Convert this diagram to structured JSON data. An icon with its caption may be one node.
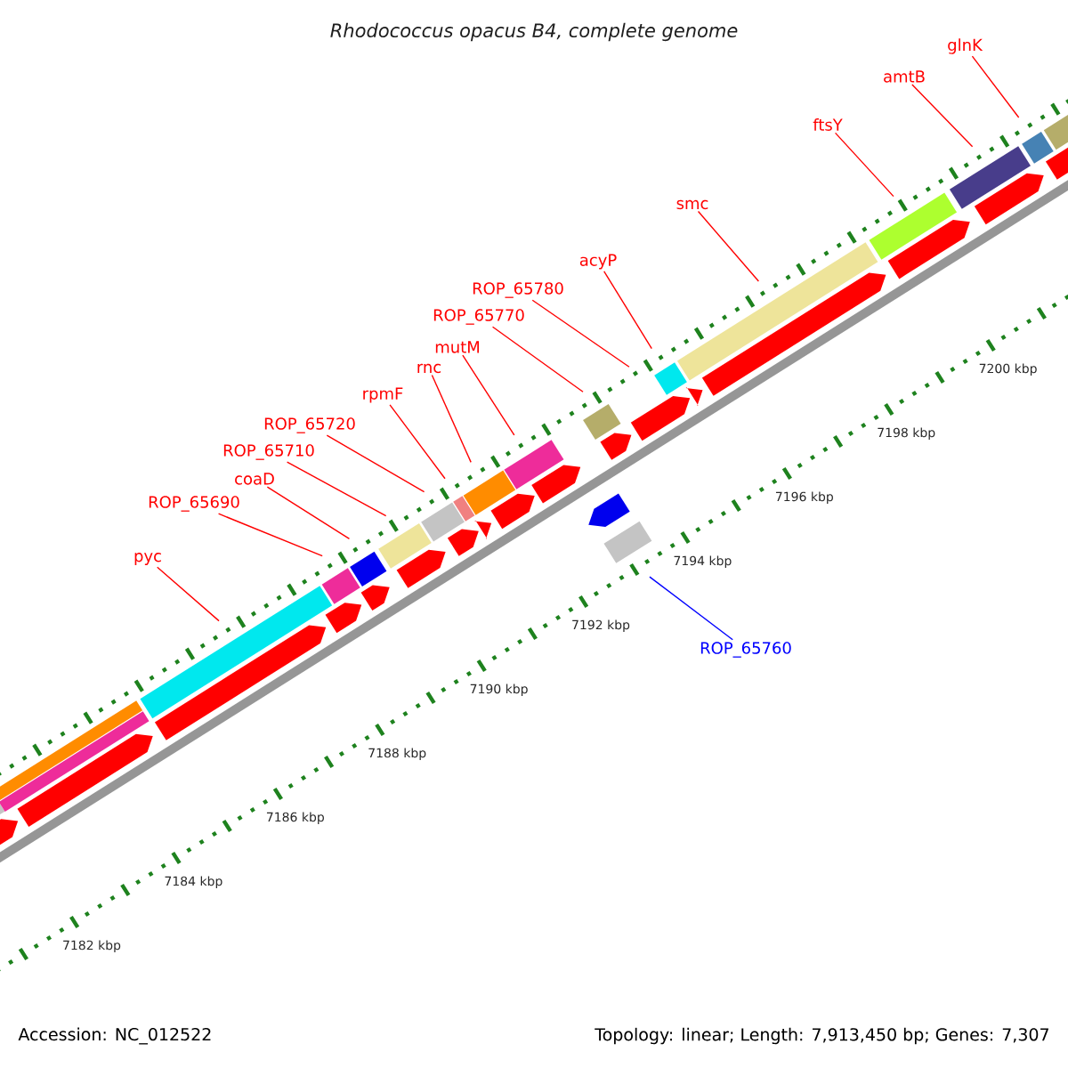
{
  "diagram": {
    "title": "Rhodococcus opacus B4, complete genome",
    "nodes": [
      {
        "text": [
          "glnK"
        ]
      },
      {
        "text": [
          "amtB"
        ]
      },
      {
        "text": [
          "ftsY"
        ]
      },
      {
        "text": [
          "smc"
        ]
      },
      {
        "text": [
          "acyP"
        ]
      },
      {
        "text": [
          "ROP_65780"
        ]
      },
      {
        "text": [
          "ROP_65770"
        ]
      },
      {
        "text": [
          "mutM"
        ]
      },
      {
        "text": [
          "rnc"
        ]
      },
      {
        "text": [
          "rpmF"
        ]
      },
      {
        "text": [
          "ROP_65720"
        ]
      },
      {
        "text": [
          "ROP_65710"
        ]
      },
      {
        "text": [
          "coaD"
        ]
      },
      {
        "text": [
          "ROP_65690"
        ]
      },
      {
        "text": [
          "pyc"
        ]
      },
      {
        "text": [
          "ROP_65760"
        ]
      }
    ],
    "edges": [
      {
        "from": 0,
        "to": null,
        "arrow": "none"
      },
      {
        "from": 1,
        "to": null,
        "arrow": "none"
      },
      {
        "from": 2,
        "to": null,
        "arrow": "none"
      },
      {
        "from": 3,
        "to": null,
        "arrow": "none"
      },
      {
        "from": 4,
        "to": null,
        "arrow": "none"
      },
      {
        "from": 5,
        "to": null,
        "arrow": "none"
      },
      {
        "from": 6,
        "to": null,
        "arrow": "none"
      },
      {
        "from": 7,
        "to": null,
        "arrow": "none"
      },
      {
        "from": 8,
        "to": null,
        "arrow": "none"
      },
      {
        "from": 9,
        "to": null,
        "arrow": "none"
      },
      {
        "from": 10,
        "to": null,
        "arrow": "none"
      },
      {
        "from": 11,
        "to": null,
        "arrow": "none"
      },
      {
        "from": 12,
        "to": null,
        "arrow": "none"
      },
      {
        "from": 13,
        "to": null,
        "arrow": "none"
      },
      {
        "from": 14,
        "to": null,
        "arrow": "none"
      },
      {
        "from": 15,
        "to": null,
        "arrow": "none",
        "color": "#0000ff"
      }
    ],
    "labels": [
      "7200 kbp",
      "7198 kbp",
      "7196 kbp",
      "7194 kbp",
      "7192 kbp",
      "7190 kbp",
      "7188 kbp",
      "7186 kbp",
      "7184 kbp",
      "7182 kbp",
      "Accession: NC_012522",
      "Topology: linear; Length: 7,913,450 bp; Genes: 7,307"
    ]
  }
}
